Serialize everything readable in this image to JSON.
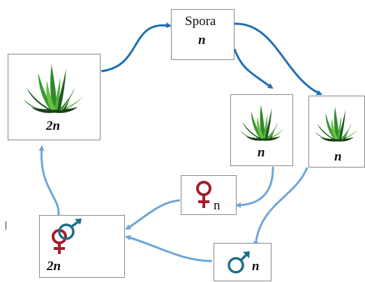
{
  "title": "",
  "nodes": {
    "spore": {
      "name": "Spora",
      "ploidy": "n"
    },
    "sporophyte": {
      "ploidy": "2n"
    },
    "gametophyte_a": {
      "ploidy": "n"
    },
    "gametophyte_b": {
      "ploidy": "n"
    },
    "female_gamete": {
      "ploidy": "n"
    },
    "male_gamete": {
      "ploidy": "n"
    },
    "zygote": {
      "ploidy": "2n"
    }
  },
  "icons": [
    "grass-plant-icon",
    "female-symbol-icon",
    "male-symbol-icon"
  ],
  "colors": {
    "arrow_dark": "#1f6fb5",
    "arrow_light": "#6ea6d8",
    "female_symbol": "#a11d2a",
    "male_symbol": "#1e6e8c",
    "grass_dark": "#1e5a1e",
    "grass_mid": "#2f8a2a",
    "grass_light": "#6cc040"
  }
}
